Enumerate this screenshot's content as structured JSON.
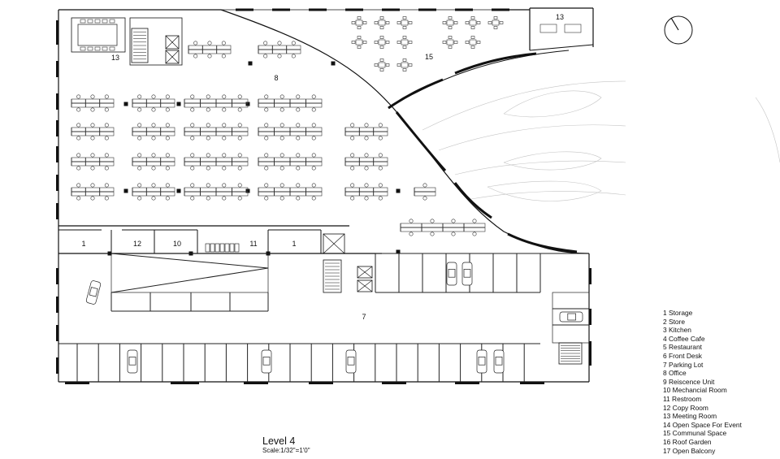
{
  "plan": {
    "title": "Level 4",
    "scale": "Scale:1/32\"=1'0\"",
    "room_labels": [
      "13",
      "13",
      "15",
      "8",
      "1",
      "12",
      "10",
      "11",
      "1",
      "7"
    ],
    "legend": [
      "1 Storage",
      "2 Store",
      "3 Kitchen",
      "4 Coffee Cafe",
      "5 Restaurant",
      "6 Front Desk",
      "7 Parking Lot",
      "8 Office",
      "9 Reiscence Unit",
      "10 Mechancial Room",
      "11 Restroom",
      "12 Copy Room",
      "13 Meeting Room",
      "14 Open Space For Event",
      "15 Communal Space",
      "16 Roof Garden",
      "17 Open Balcony"
    ],
    "colors": {
      "line": "#1a1a1a",
      "wall": "#111111",
      "light_line": "#bdbdbd",
      "background": "#ffffff"
    },
    "icons": {
      "north_arrow": "north-arrow-icon",
      "car": "car-icon",
      "stair": "stair-icon",
      "elevator": "elevator-icon"
    }
  }
}
